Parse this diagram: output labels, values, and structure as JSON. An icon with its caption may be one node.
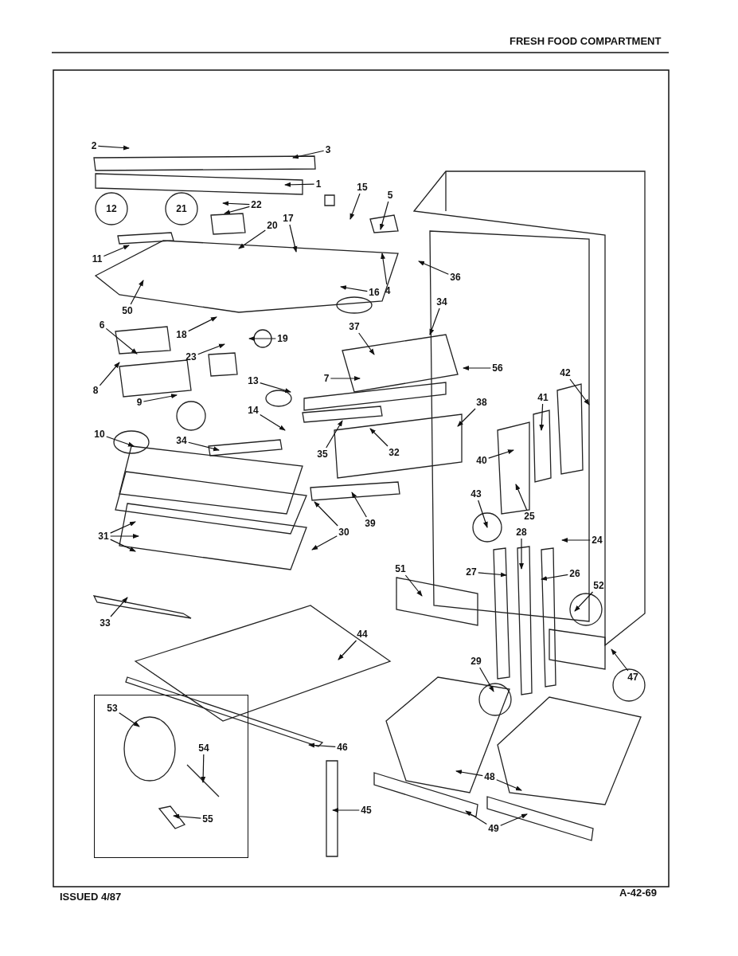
{
  "diagram": {
    "title": "FRESH FOOD COMPARTMENT",
    "nodes": [
      {
        "text": [
          "2"
        ]
      },
      {
        "text": [
          "3"
        ]
      },
      {
        "text": [
          "1"
        ]
      },
      {
        "text": [
          "15"
        ]
      },
      {
        "text": [
          "22"
        ]
      },
      {
        "text": [
          "5"
        ]
      },
      {
        "text": [
          "20"
        ]
      },
      {
        "text": [
          "17"
        ]
      },
      {
        "text": [
          "11"
        ]
      },
      {
        "text": [
          "4"
        ]
      },
      {
        "text": [
          "36"
        ]
      },
      {
        "text": [
          "34"
        ]
      },
      {
        "text": [
          "16"
        ]
      },
      {
        "text": [
          "50"
        ]
      },
      {
        "text": [
          "6"
        ]
      },
      {
        "text": [
          "18"
        ]
      },
      {
        "text": [
          "19"
        ]
      },
      {
        "text": [
          "37"
        ]
      },
      {
        "text": [
          "7"
        ]
      },
      {
        "text": [
          "23"
        ]
      },
      {
        "text": [
          "56"
        ]
      },
      {
        "text": [
          "42"
        ]
      },
      {
        "text": [
          "13"
        ]
      },
      {
        "text": [
          "14"
        ]
      },
      {
        "text": [
          "8"
        ]
      },
      {
        "text": [
          "9"
        ]
      },
      {
        "text": [
          "38"
        ]
      },
      {
        "text": [
          "41"
        ]
      },
      {
        "text": [
          "34"
        ]
      },
      {
        "text": [
          "35"
        ]
      },
      {
        "text": [
          "10"
        ]
      },
      {
        "text": [
          "32"
        ]
      },
      {
        "text": [
          "40"
        ]
      },
      {
        "text": [
          "43"
        ]
      },
      {
        "text": [
          "25"
        ]
      },
      {
        "text": [
          "39"
        ]
      },
      {
        "text": [
          "30"
        ]
      },
      {
        "text": [
          "31"
        ]
      },
      {
        "text": [
          "28"
        ]
      },
      {
        "text": [
          "24"
        ]
      },
      {
        "text": [
          "27"
        ]
      },
      {
        "text": [
          "51"
        ]
      },
      {
        "text": [
          "26"
        ]
      },
      {
        "text": [
          "52"
        ]
      },
      {
        "text": [
          "33"
        ]
      },
      {
        "text": [
          "44"
        ]
      },
      {
        "text": [
          "47"
        ]
      },
      {
        "text": [
          "29"
        ]
      },
      {
        "text": [],
        "shape": "box"
      },
      {
        "text": [
          "53"
        ],
        "in": 48
      },
      {
        "text": [
          "54"
        ],
        "in": 48
      },
      {
        "text": [
          "46"
        ]
      },
      {
        "text": [
          "48"
        ]
      },
      {
        "text": [
          "45"
        ]
      },
      {
        "text": [
          "55"
        ],
        "in": 48
      },
      {
        "text": [
          "49"
        ]
      }
    ],
    "edges": [
      {
        "from": 0,
        "to": null,
        "arrow": "to"
      },
      {
        "from": 1,
        "to": null,
        "arrow": "to"
      },
      {
        "from": 2,
        "to": null,
        "arrow": "to"
      },
      {
        "from": 3,
        "to": null,
        "arrow": "to"
      },
      {
        "from": 4,
        "to": null,
        "arrow": "to"
      },
      {
        "from": 4,
        "to": null,
        "arrow": "to"
      },
      {
        "from": 5,
        "to": null,
        "arrow": "to"
      },
      {
        "from": 6,
        "to": null,
        "arrow": "to"
      },
      {
        "from": 7,
        "to": null,
        "arrow": "to"
      },
      {
        "from": 8,
        "to": null,
        "arrow": "to"
      },
      {
        "from": 9,
        "to": null,
        "arrow": "to"
      },
      {
        "from": 10,
        "to": null,
        "arrow": "to"
      },
      {
        "from": 11,
        "to": null,
        "arrow": "to"
      },
      {
        "from": 12,
        "to": null,
        "arrow": "to"
      },
      {
        "from": 13,
        "to": null,
        "arrow": "to"
      },
      {
        "from": 14,
        "to": null,
        "arrow": "to"
      },
      {
        "from": 15,
        "to": null,
        "arrow": "to"
      },
      {
        "from": 16,
        "to": null,
        "arrow": "to"
      },
      {
        "from": 17,
        "to": null,
        "arrow": "to"
      },
      {
        "from": 18,
        "to": null,
        "arrow": "to"
      },
      {
        "from": 19,
        "to": null,
        "arrow": "to"
      },
      {
        "from": 20,
        "to": null,
        "arrow": "to"
      },
      {
        "from": 21,
        "to": null,
        "arrow": "to"
      },
      {
        "from": 22,
        "to": null,
        "arrow": "to"
      },
      {
        "from": 23,
        "to": null,
        "arrow": "to"
      },
      {
        "from": 24,
        "to": null,
        "arrow": "to"
      },
      {
        "from": 25,
        "to": null,
        "arrow": "to"
      },
      {
        "from": 26,
        "to": null,
        "arrow": "to"
      },
      {
        "from": 27,
        "to": null,
        "arrow": "to"
      },
      {
        "from": 28,
        "to": null,
        "arrow": "to"
      },
      {
        "from": 29,
        "to": null,
        "arrow": "to"
      },
      {
        "from": 30,
        "to": null,
        "arrow": "to"
      },
      {
        "from": 31,
        "to": null,
        "arrow": "to"
      },
      {
        "from": 32,
        "to": null,
        "arrow": "to"
      },
      {
        "from": 33,
        "to": null,
        "arrow": "to"
      },
      {
        "from": 34,
        "to": null,
        "arrow": "to"
      },
      {
        "from": 35,
        "to": null,
        "arrow": "to"
      },
      {
        "from": 36,
        "to": null,
        "arrow": "to"
      },
      {
        "from": 36,
        "to": null,
        "arrow": "to"
      },
      {
        "from": 37,
        "to": null,
        "arrow": "to"
      },
      {
        "from": 37,
        "to": null,
        "arrow": "to"
      },
      {
        "from": 37,
        "to": null,
        "arrow": "to"
      },
      {
        "from": 38,
        "to": null,
        "arrow": "to"
      },
      {
        "from": 39,
        "to": null,
        "arrow": "to"
      },
      {
        "from": 40,
        "to": null,
        "arrow": "to"
      },
      {
        "from": 41,
        "to": null,
        "arrow": "to"
      },
      {
        "from": 42,
        "to": null,
        "arrow": "to"
      },
      {
        "from": 43,
        "to": null,
        "arrow": "to"
      },
      {
        "from": 44,
        "to": null,
        "arrow": "to"
      },
      {
        "from": 45,
        "to": null,
        "arrow": "to"
      },
      {
        "from": 46,
        "to": null,
        "arrow": "to"
      },
      {
        "from": 47,
        "to": null,
        "arrow": "to"
      },
      {
        "from": 49,
        "to": null,
        "arrow": "to"
      },
      {
        "from": 50,
        "to": null,
        "arrow": "to"
      },
      {
        "from": 51,
        "to": null,
        "arrow": "to"
      },
      {
        "from": 52,
        "to": null,
        "arrow": "to"
      },
      {
        "from": 52,
        "to": null,
        "arrow": "to"
      },
      {
        "from": 53,
        "to": null,
        "arrow": "to"
      },
      {
        "from": 54,
        "to": null,
        "arrow": "to"
      },
      {
        "from": 55,
        "to": null,
        "arrow": "to"
      },
      {
        "from": 55,
        "to": null,
        "arrow": "to"
      }
    ],
    "labels": [
      "12",
      "21",
      "ISSUED 4/87",
      "A-42-69"
    ]
  }
}
